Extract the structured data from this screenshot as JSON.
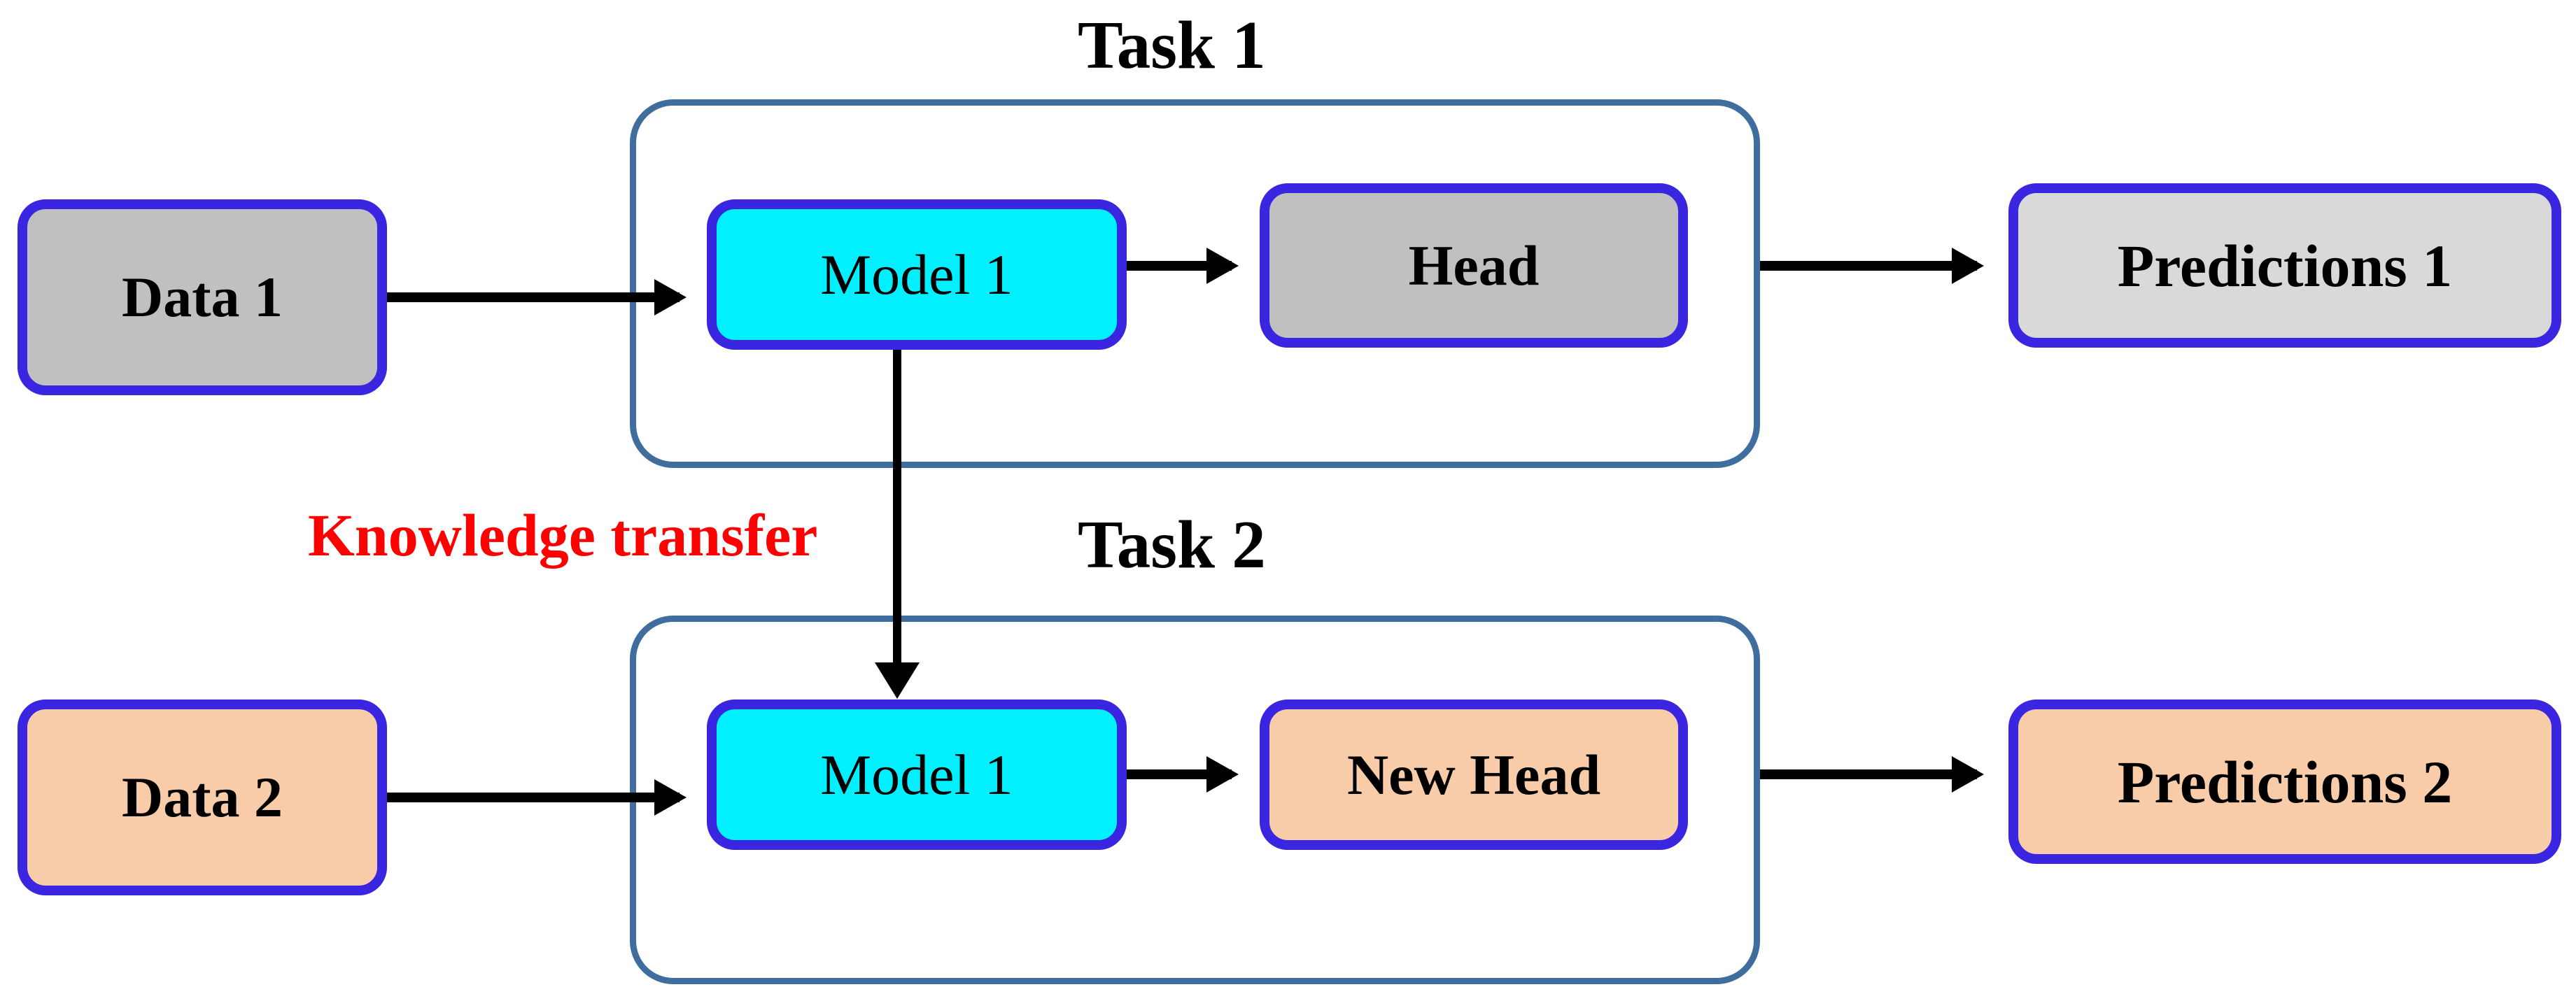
{
  "diagram": {
    "title_task1": "Task 1",
    "title_task2": "Task 2",
    "transfer_label": "Knowledge transfer",
    "colors": {
      "node_border": "#3A26E0",
      "container_border": "#3F6E9E",
      "fill_gray_mid": "#C0C0C0",
      "fill_gray_light": "#D9D9D9",
      "fill_cyan": "#00F0FF",
      "fill_peach": "#F8CCA9",
      "transfer_text": "#FF0000",
      "arrow": "#000000",
      "background": "#FFFFFF"
    },
    "task1": {
      "label": "Task 1",
      "data": "Data 1",
      "model": "Model 1",
      "head": "Head",
      "predictions": "Predictions 1"
    },
    "task2": {
      "label": "Task 2",
      "data": "Data 2",
      "model": "Model 1",
      "head": "New Head",
      "predictions": "Predictions 2"
    },
    "flows": [
      {
        "from": "Data 1",
        "to": "Model 1",
        "kind": "arrow"
      },
      {
        "from": "Model 1",
        "to": "Head",
        "kind": "arrow"
      },
      {
        "from": "Head",
        "to": "Predictions 1",
        "kind": "arrow"
      },
      {
        "from": "Model 1 (Task 1)",
        "to": "Model 1 (Task 2)",
        "kind": "arrow",
        "label": "Knowledge transfer"
      },
      {
        "from": "Data 2",
        "to": "Model 1",
        "kind": "arrow"
      },
      {
        "from": "Model 1",
        "to": "New Head",
        "kind": "arrow"
      },
      {
        "from": "New Head",
        "to": "Predictions 2",
        "kind": "arrow"
      }
    ]
  }
}
